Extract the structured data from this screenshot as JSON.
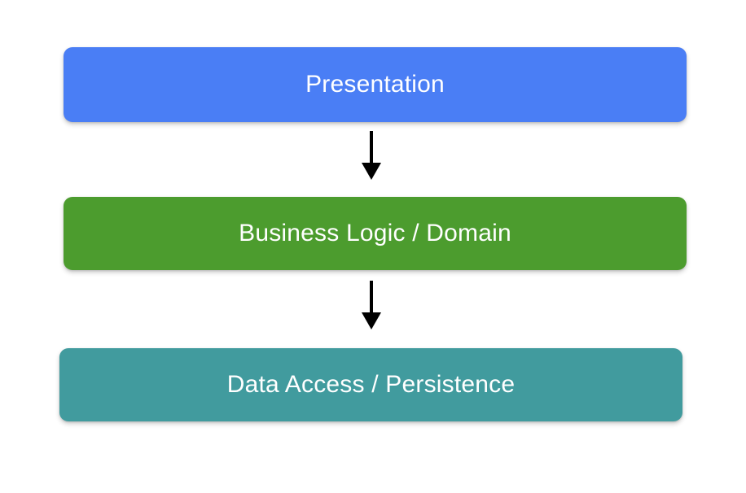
{
  "diagram": {
    "type": "layered-architecture",
    "background_color": "#ffffff",
    "layers": [
      {
        "id": "presentation",
        "label": "Presentation",
        "color": "#4a7ef5",
        "text_color": "#ffffff",
        "order": 1
      },
      {
        "id": "business-logic",
        "label": "Business Logic / Domain",
        "color": "#4c9c2e",
        "text_color": "#ffffff",
        "order": 2
      },
      {
        "id": "data-access",
        "label": "Data Access / Persistence",
        "color": "#419b9e",
        "text_color": "#ffffff",
        "order": 3
      }
    ],
    "connectors": [
      {
        "id": "presentation-to-business",
        "from": "presentation",
        "to": "business-logic",
        "direction": "down",
        "color": "#000000",
        "arrowhead": "solid-triangle"
      },
      {
        "id": "business-to-data",
        "from": "business-logic",
        "to": "data-access",
        "direction": "down",
        "color": "#000000",
        "arrowhead": "solid-triangle"
      }
    ]
  }
}
